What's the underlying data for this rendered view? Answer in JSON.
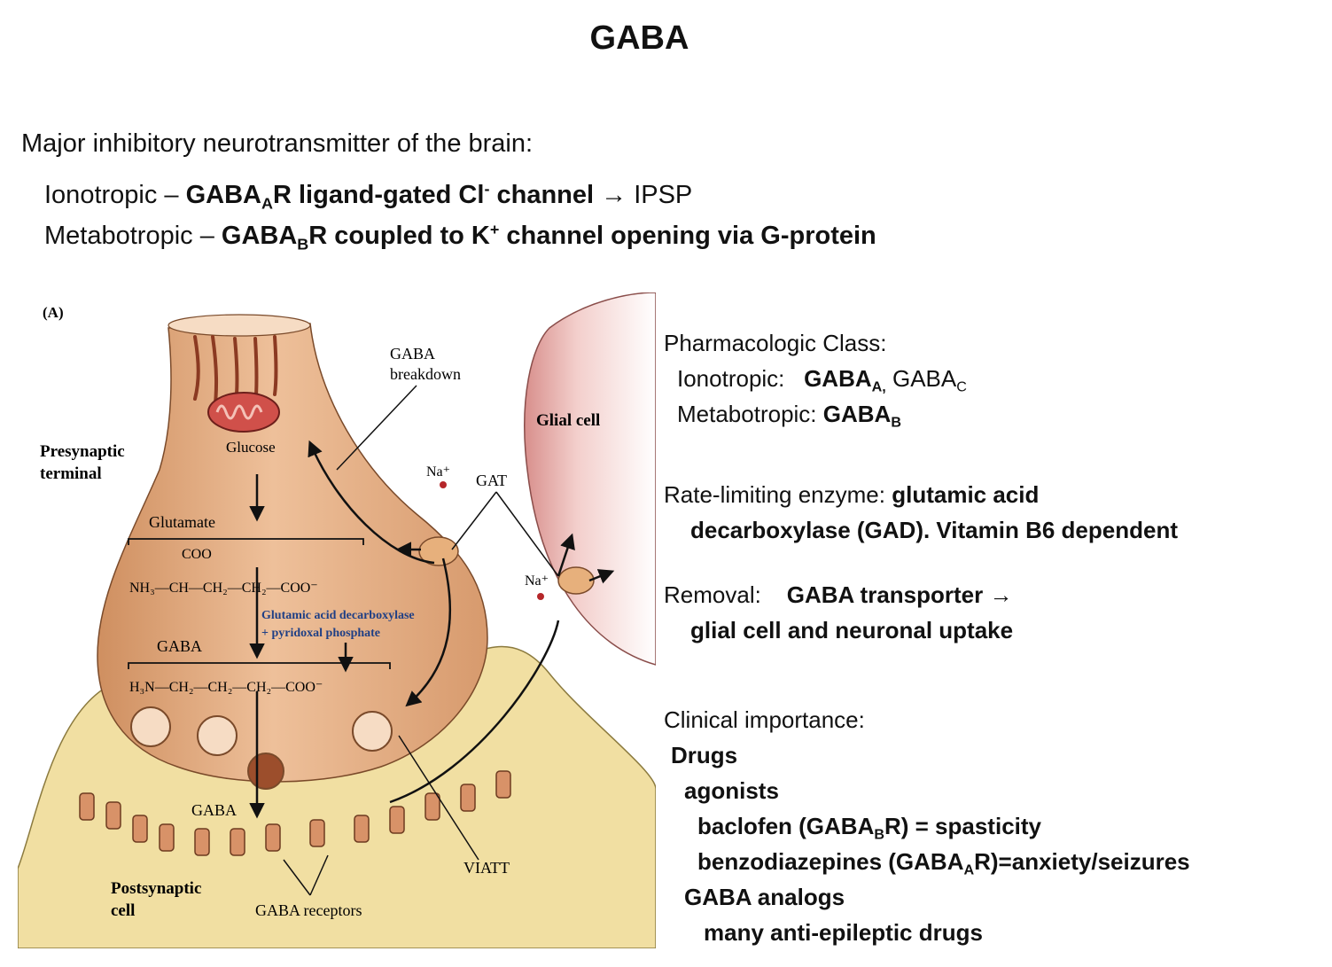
{
  "title": "GABA",
  "intro": {
    "heading": "Major inhibitory neurotransmitter of the brain:",
    "ionotropic": {
      "prefix": "Ionotropic – ",
      "receptor": "GABA",
      "receptor_sub": "A",
      "receptor_suffix": "R  ligand-gated Cl",
      "ion_sup": "-",
      "channel": " channel",
      "arrow_text": " → IPSP"
    },
    "metabotropic": {
      "prefix": "Metabotropic – ",
      "receptor": "GABA",
      "receptor_sub": "B",
      "receptor_suffix": "R coupled to K",
      "ion_sup": "+",
      "rest": " channel opening via G-protein"
    }
  },
  "right_panel": {
    "pharm_heading": "Pharmacologic Class:",
    "pharm_iono_label": "Ionotropic:",
    "pharm_iono_a": "GABA",
    "pharm_iono_a_sub": "A,",
    "pharm_iono_c": " GABA",
    "pharm_iono_c_sub": "C",
    "pharm_meta_label": "Metabotropic:",
    "pharm_meta_b": "GABA",
    "pharm_meta_b_sub": "B",
    "rate_label": "Rate-limiting enzyme:",
    "rate_value_1": "glutamic acid",
    "rate_value_2": "decarboxylase (GAD). Vitamin B6 dependent",
    "removal_label": "Removal:",
    "removal_value_1": "GABA transporter →",
    "removal_value_2": "glial cell and neuronal uptake",
    "clinical_heading": "Clinical importance:",
    "drugs": "Drugs",
    "agonists": "agonists",
    "baclofen_a": "baclofen (GABA",
    "baclofen_sub": "B",
    "baclofen_b": "R) = spasticity",
    "benzo_a": "benzodiazepines (GABA",
    "benzo_sub": "A",
    "benzo_b": "R)=anxiety/seizures",
    "analogs": "GABA analogs",
    "antiepileptic": "many anti-epileptic drugs"
  },
  "figure": {
    "panel_label": "(A)",
    "presynaptic": [
      "Presynaptic",
      "terminal"
    ],
    "glial": "Glial cell",
    "gaba_breakdown": [
      "GABA",
      "breakdown"
    ],
    "glucose": "Glucose",
    "glutamate": "Glutamate",
    "coo": "COO",
    "glutamate_formula": "NH₃—CH—CH₂—CH₂—COO⁻",
    "enzyme": [
      "Glutamic acid decarboxylase",
      "+ pyridoxal phosphate"
    ],
    "gaba_label": "GABA",
    "gaba_formula": "H₃N—CH₂—CH₂—CH₂—COO⁻",
    "na": "Na⁺",
    "gat": "GAT",
    "cleft_gaba": "GABA",
    "viatt": "VIATT",
    "postsynaptic": [
      "Postsynaptic",
      "cell"
    ],
    "receptors": "GABA receptors",
    "colors": {
      "terminal": "#e3ad82",
      "glial": "#f0c6c3",
      "postsynaptic": "#f1dfa2",
      "enzyme_text": "#1f3f85"
    }
  }
}
